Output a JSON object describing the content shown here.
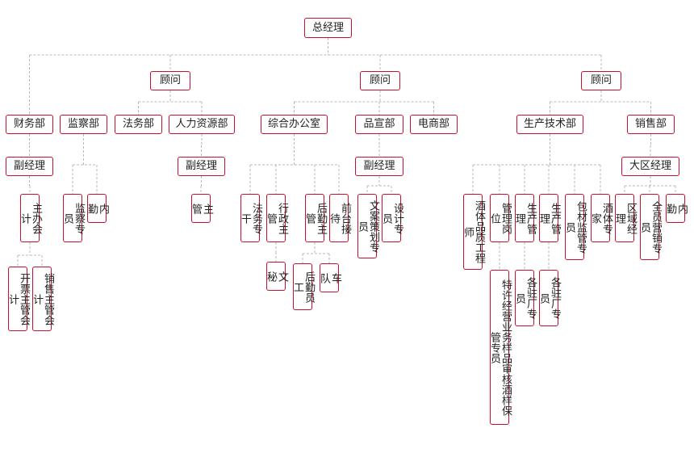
{
  "colors": {
    "border": "#c8102e",
    "connector": "#b9b9b9",
    "text": "#222222"
  },
  "org": {
    "gm": "总经理",
    "advisors": [
      "顾问",
      "顾问",
      "顾问"
    ],
    "finance": {
      "name": "财务部",
      "deputy": "副经理",
      "chief_accountant": "主办会计",
      "staff": [
        "开票主管会计",
        "销售主管会计"
      ]
    },
    "supervision": {
      "name": "监察部",
      "staff": [
        "监察专员",
        "内勤"
      ]
    },
    "legal": {
      "name": "法务部"
    },
    "hr": {
      "name": "人力资源部",
      "deputy": "副经理",
      "supervisor": "主管"
    },
    "general_office": {
      "name": "综合办公室",
      "units": [
        "法务专干",
        "行政主管",
        "后勤主管",
        "前台接待"
      ],
      "secretary": "文秘",
      "logistics_staff": [
        "后勤员工",
        "车队"
      ]
    },
    "marketing": {
      "name": "品宣部",
      "deputy": "副经理",
      "staff": [
        "文案策划专员",
        "设计专员"
      ]
    },
    "ecommerce": {
      "name": "电商部"
    },
    "production": {
      "name": "生产技术部",
      "roles": [
        "酒体品质工程师",
        "管理岗位",
        "生产管理",
        "生产管理",
        "包材监管专员",
        "酒体专家"
      ],
      "sub_roles": [
        "特许经营业务样品审核酒样保管专员",
        "各驻厂专员",
        "各驻厂专员"
      ]
    },
    "sales": {
      "name": "销售部",
      "manager": "大区经理",
      "staff": [
        "区域经理",
        "全员营销专员",
        "内勤"
      ]
    }
  }
}
